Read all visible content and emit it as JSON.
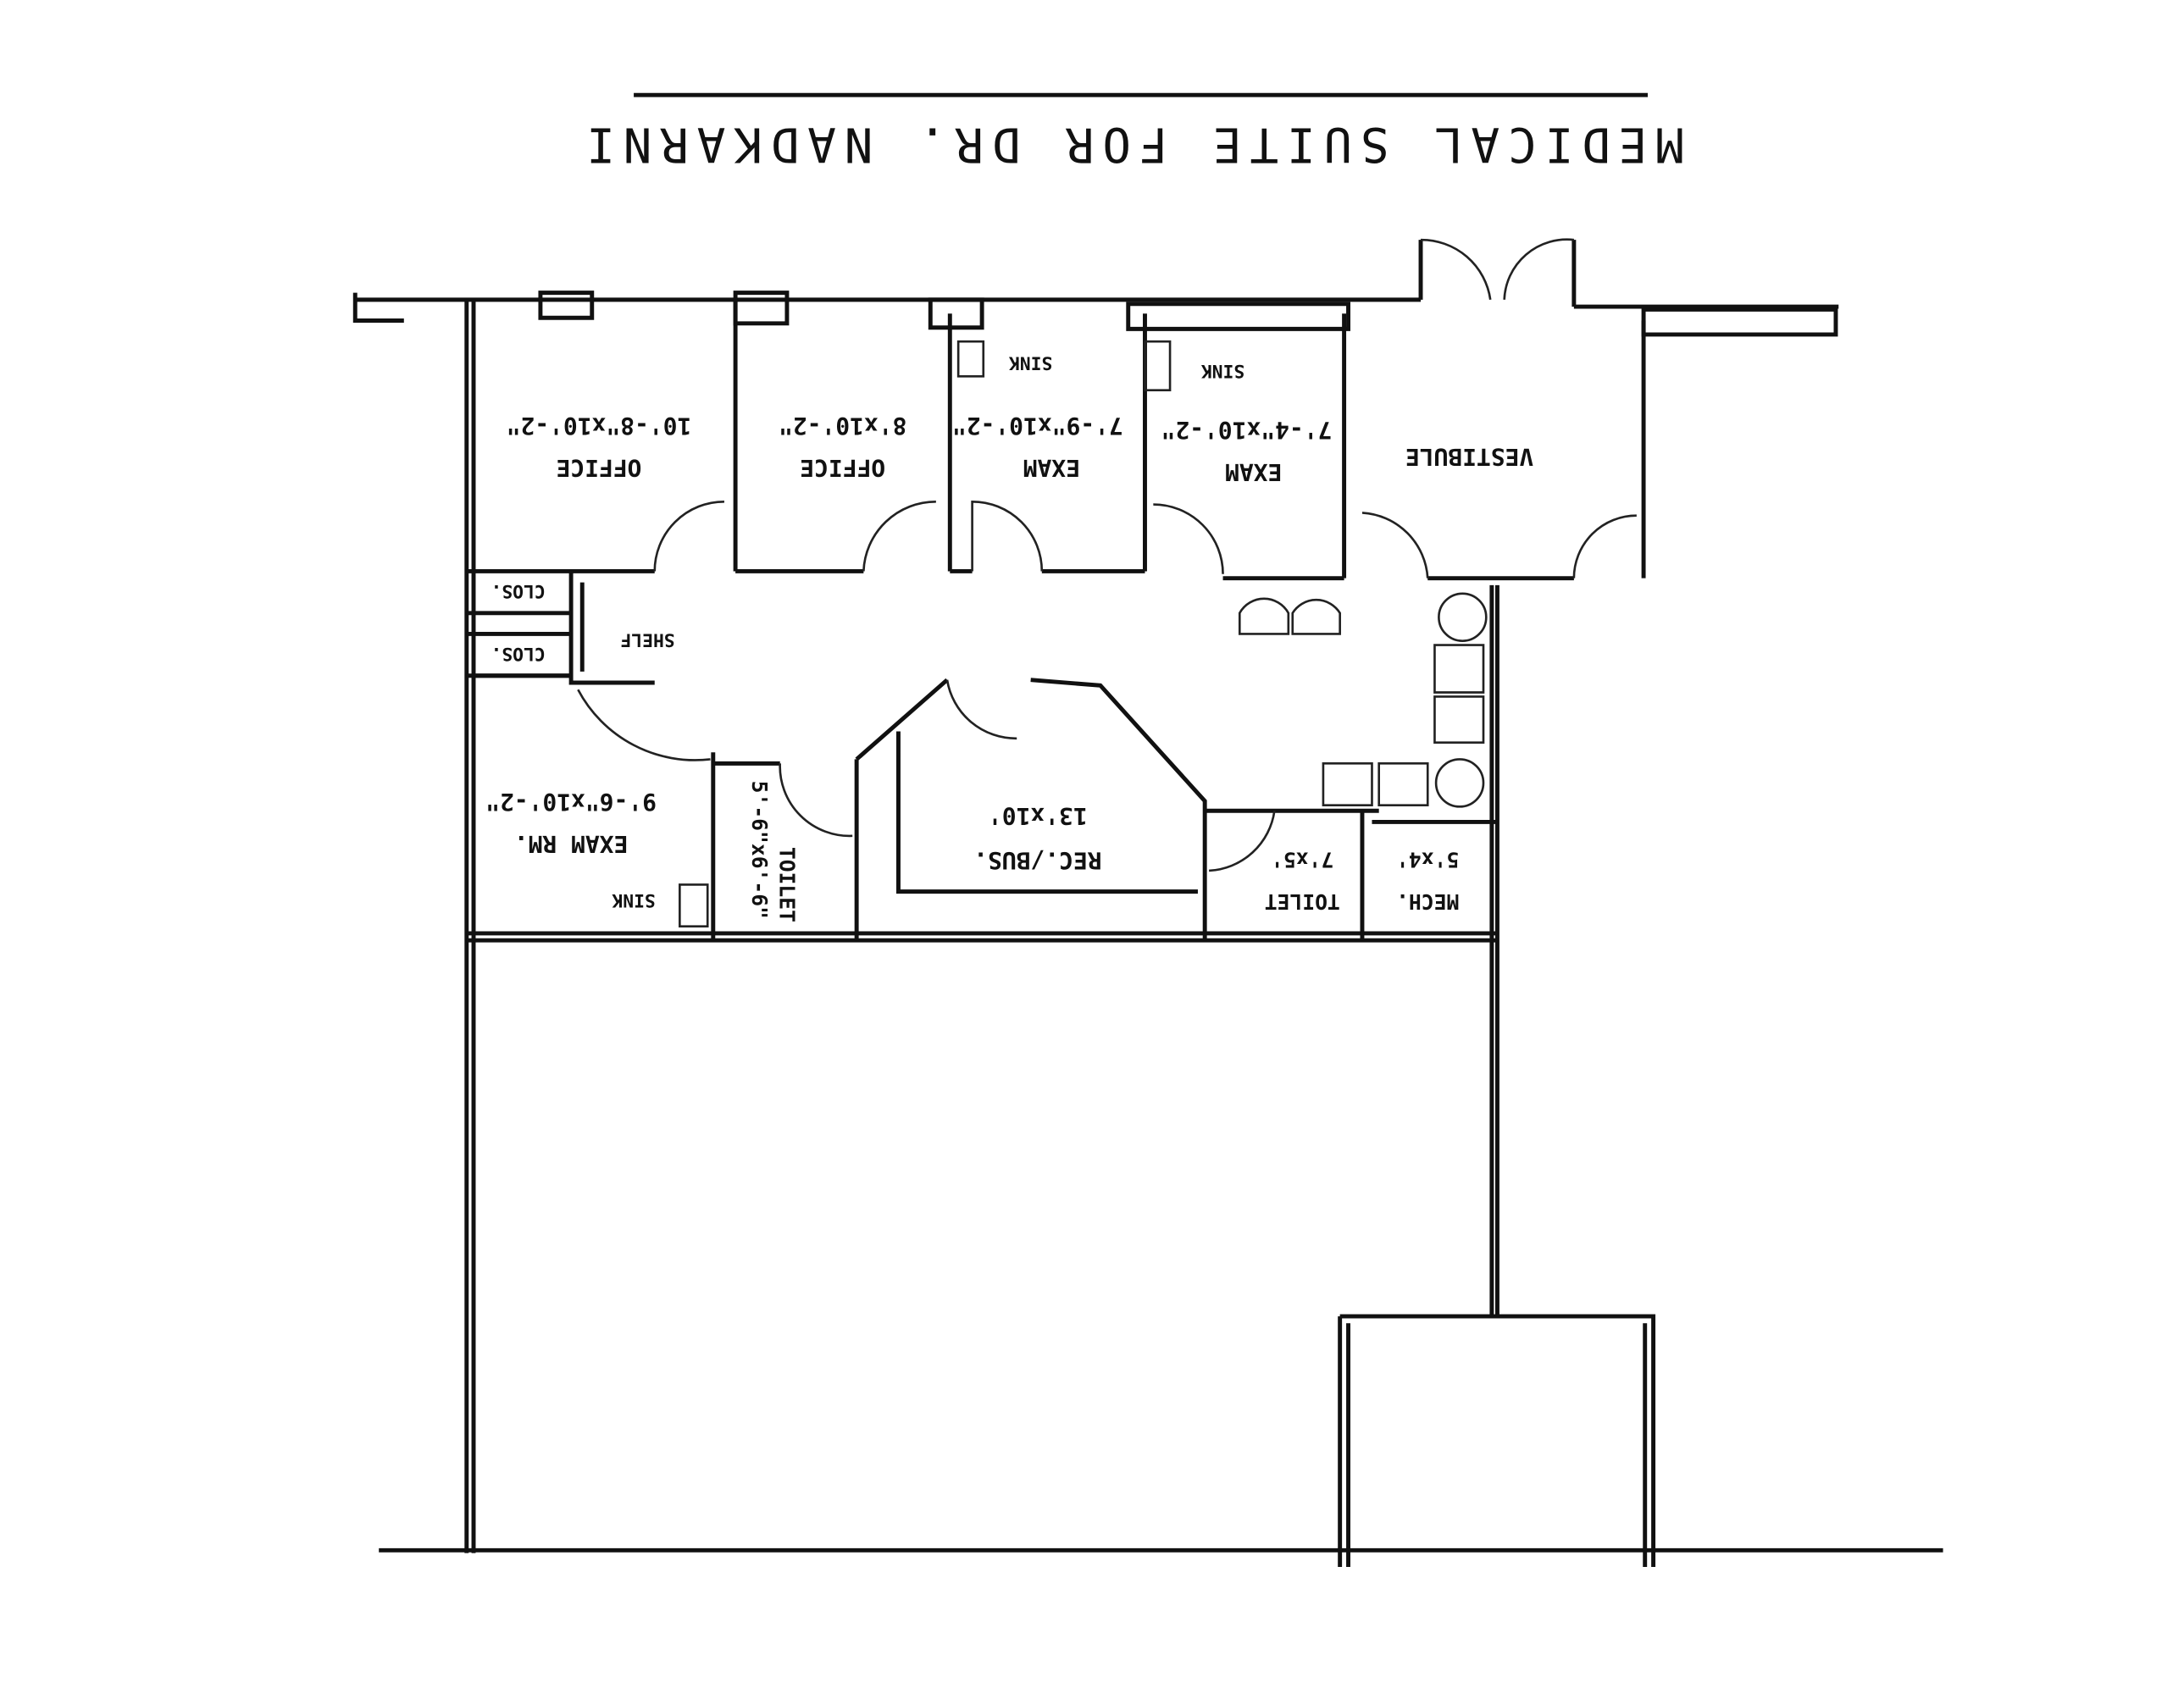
{
  "title": "MEDICAL SUITE FOR DR. NADKARNI",
  "rooms": [
    {
      "name": "OFFICE",
      "size": "10'-8\"x10'-2\""
    },
    {
      "name": "OFFICE",
      "size": "8'x10'-2\""
    },
    {
      "name": "EXAM",
      "size": "7'-9\"x10'-2\""
    },
    {
      "name": "EXAM",
      "size": "7'-4\"x10'-2\""
    },
    {
      "name": "VESTIBULE",
      "size": ""
    },
    {
      "name": "EXAM RM.",
      "size": "9'-6\"x10'-2\""
    },
    {
      "name": "TOILET",
      "size": "5'-6\"x6'-6\""
    },
    {
      "name": "REC./BUS.",
      "size": "13'x10'"
    },
    {
      "name": "TOILET",
      "size": "7'x5'"
    },
    {
      "name": "MECH.",
      "size": "5'x4'"
    }
  ],
  "fixtures": {
    "sink": "SINK",
    "closet": "CLOS.",
    "shelf": "SHELF"
  }
}
